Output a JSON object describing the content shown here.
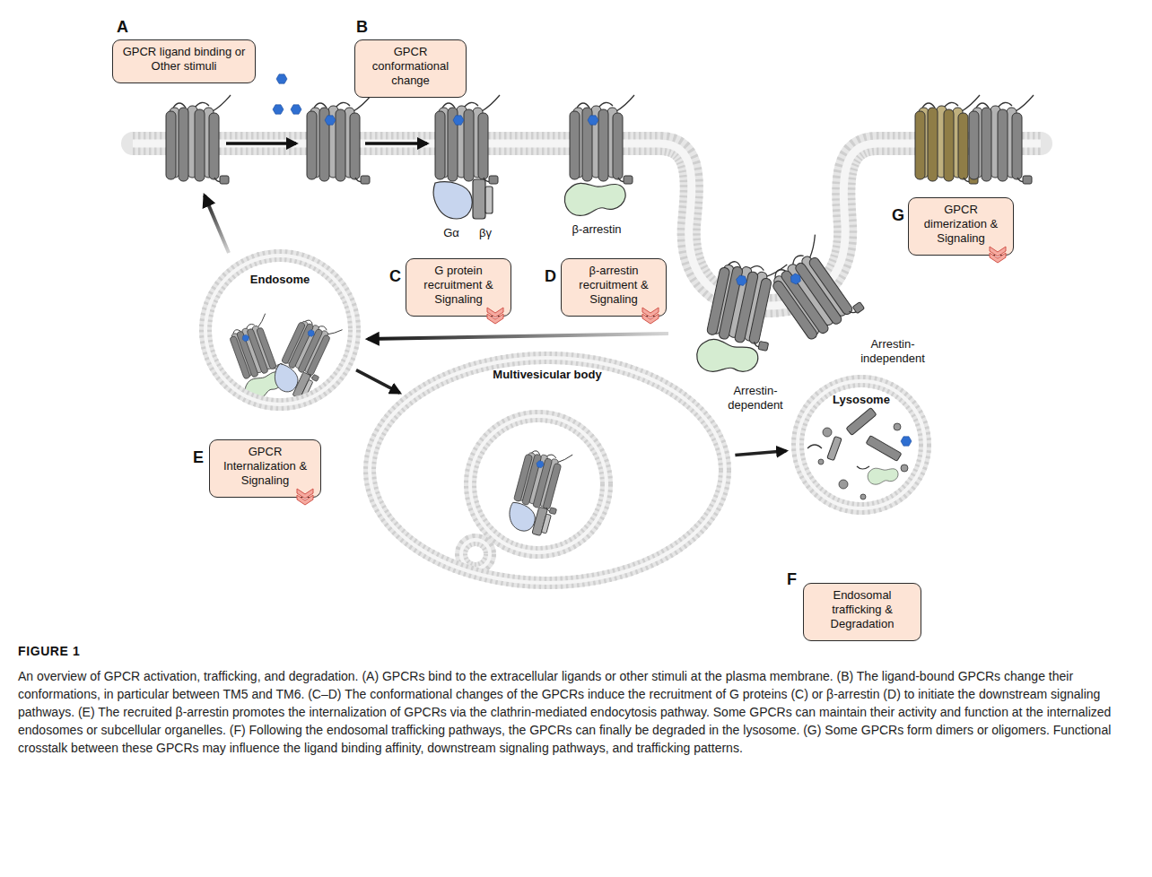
{
  "diagram": {
    "title": "FIGURE 1",
    "caption": "An overview of GPCR activation, trafficking, and degradation. (A) GPCRs bind to the extracellular ligands or other stimuli at the plasma membrane. (B) The ligand-bound GPCRs change their conformations, in particular between TM5 and TM6. (C–D) The conformational changes of the GPCRs induce the recruitment of G proteins (C) or β-arrestin (D) to initiate the downstream signaling pathways. (E) The recruited β-arrestin promotes the internalization of GPCRs via the clathrin-mediated endocytosis pathway. Some GPCRs can maintain their activity and function at the internalized endosomes or subcellular organelles. (F) Following the endosomal trafficking pathways, the GPCRs can finally be degraded in the lysosome. (G) Some GPCRs form dimers or oligomers. Functional crosstalk between these GPCRs may influence the ligand binding affinity, downstream signaling pathways, and trafficking patterns.",
    "nodes": [
      {
        "text": [
          "GPCR ligand binding or Other stimuli"
        ]
      },
      {
        "text": [
          "GPCR conformational change"
        ]
      },
      {
        "text": [
          "G protein recruitment & Signaling"
        ]
      },
      {
        "text": [
          "β-arrestin recruitment & Signaling"
        ]
      },
      {
        "text": [
          "GPCR dimerization & Signaling"
        ]
      },
      {
        "text": [
          "Endosome"
        ]
      },
      {
        "text": [
          "GPCR Internalization & Signaling"
        ]
      },
      {
        "text": [
          "Multivesicular body"
        ]
      },
      {
        "text": [
          "Lysosome"
        ]
      },
      {
        "text": [
          "Endosomal trafficking & Degradation"
        ]
      }
    ],
    "edges": [
      {
        "from": 5,
        "to": 7,
        "arrow": "to"
      },
      {
        "from": 7,
        "to": 8,
        "arrow": "to"
      }
    ],
    "labels": [
      "A",
      "B",
      "Gα",
      "βγ",
      "β-arrestin",
      "C",
      "D",
      "G",
      "Arrestin-dependent",
      "Arrestin-independent",
      "E",
      "F"
    ]
  }
}
